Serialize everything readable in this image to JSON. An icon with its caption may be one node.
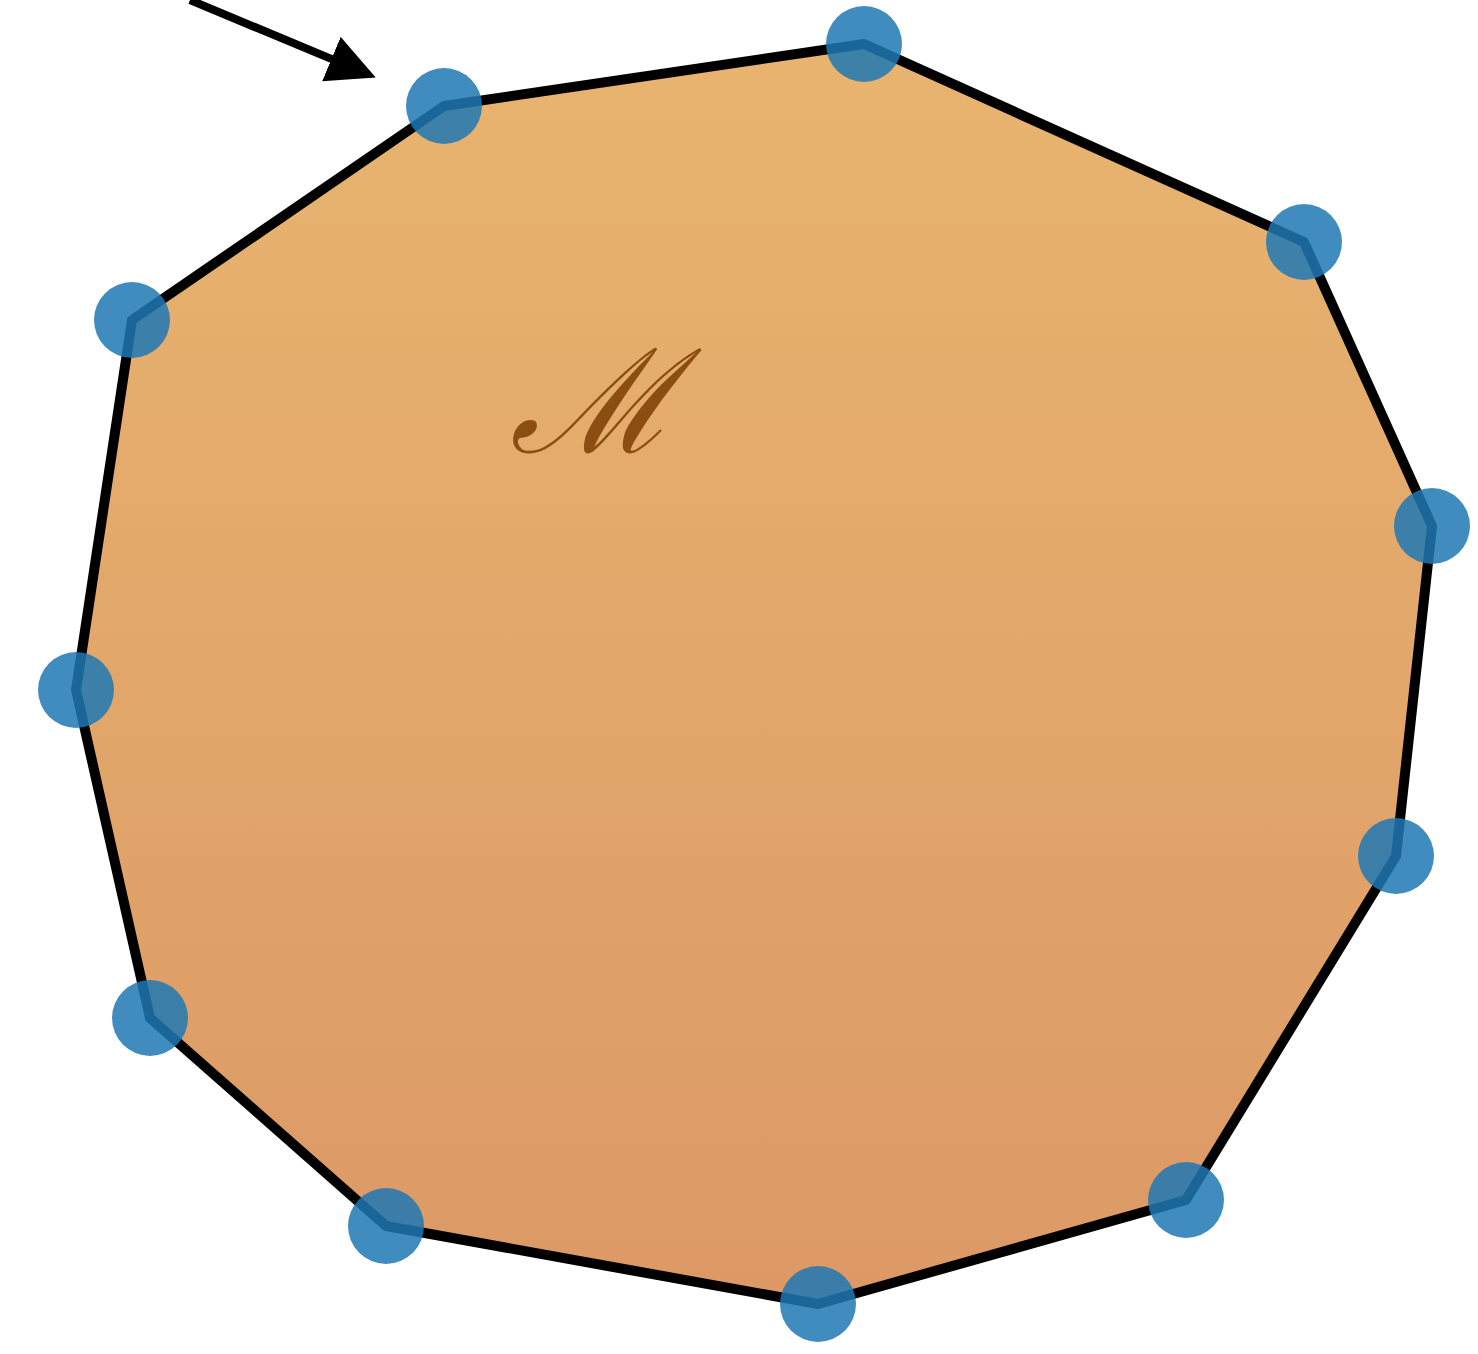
{
  "diagram": {
    "nodes": [
      {
        "text": [
          "ℳ"
        ]
      },
      {
        "text": [],
        "shape": "circle"
      },
      {
        "text": [],
        "shape": "circle"
      },
      {
        "text": [],
        "shape": "circle"
      },
      {
        "text": [],
        "shape": "circle"
      },
      {
        "text": [],
        "shape": "circle"
      },
      {
        "text": [],
        "shape": "circle"
      },
      {
        "text": [],
        "shape": "circle"
      },
      {
        "text": [],
        "shape": "circle"
      },
      {
        "text": [],
        "shape": "circle"
      },
      {
        "text": [],
        "shape": "circle"
      },
      {
        "text": [],
        "shape": "circle"
      }
    ],
    "edges": [
      {
        "from": null,
        "to": 5,
        "arrow": "to"
      }
    ]
  }
}
